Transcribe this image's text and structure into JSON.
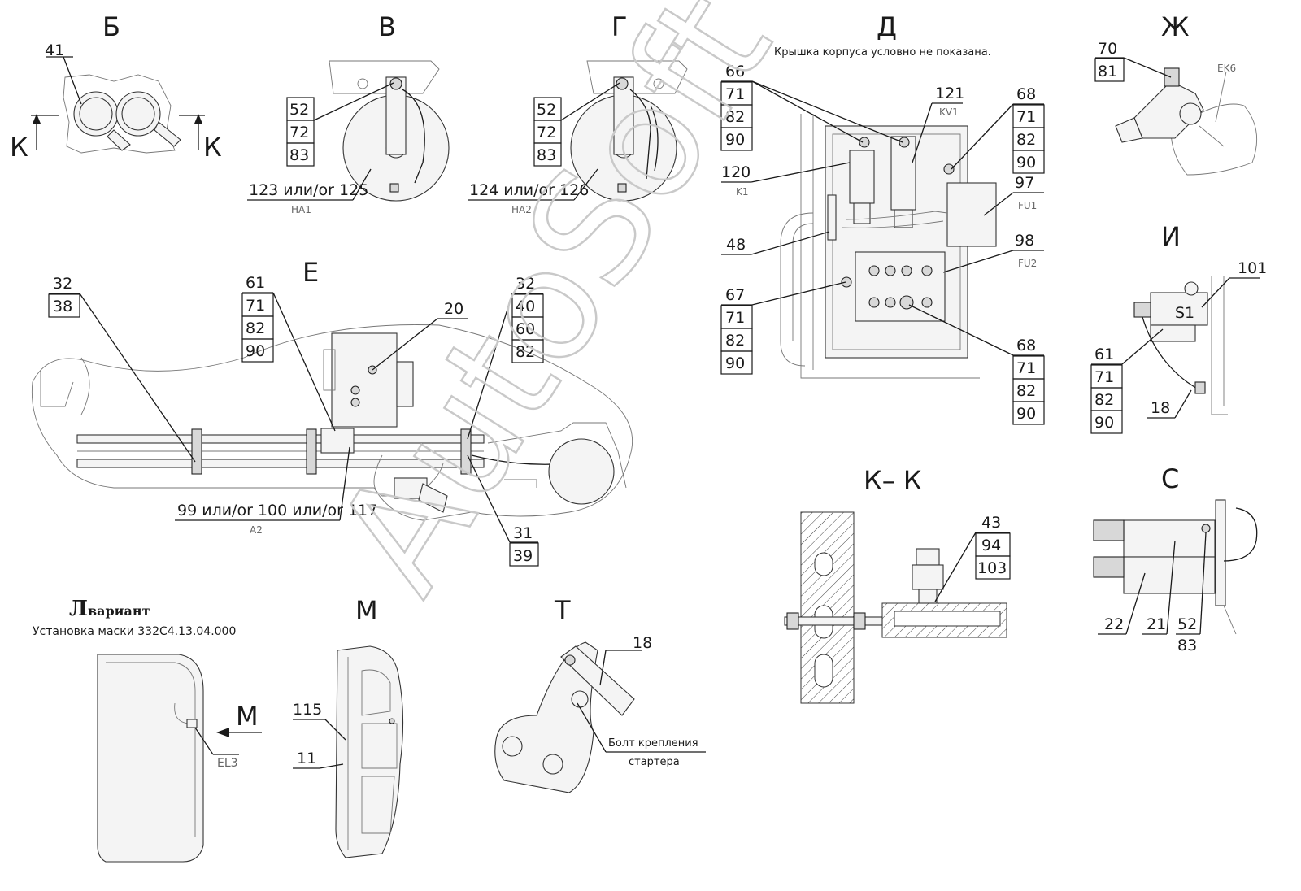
{
  "views": {
    "b": "Б",
    "v": "В",
    "g": "Г",
    "d": "Д",
    "zh": "Ж",
    "i": "И",
    "e": "Е",
    "kk": "К– К",
    "s": "С",
    "m": "М",
    "t": "Т"
  },
  "section_marker": "К",
  "d_note": "Крышка корпуса условно не показана.",
  "l_variant": {
    "letter": "Л",
    "word": "вариант",
    "subtitle": "Установка маски 332С4.13.04.000"
  },
  "t_note": {
    "line1": "Болт крепления",
    "line2": "стартера"
  },
  "m_arrow_label": "М",
  "watermark": "AutoSoft",
  "callouts": {
    "b_41": "41",
    "v_stack": [
      "52",
      "72",
      "83"
    ],
    "v_main": "123 или/or 125",
    "v_ref": "HA1",
    "g_stack": [
      "52",
      "72",
      "83"
    ],
    "g_main": "124 или/or 126",
    "g_ref": "HA2",
    "d_66": [
      "66",
      "71",
      "82",
      "90"
    ],
    "d_121": "121",
    "d_121_ref": "KV1",
    "d_68_top": [
      "68",
      "71",
      "82",
      "90"
    ],
    "d_120": "120",
    "d_120_ref": "K1",
    "d_97": "97",
    "d_97_ref": "FU1",
    "d_48": "48",
    "d_98": "98",
    "d_98_ref": "FU2",
    "d_67": [
      "67",
      "71",
      "82",
      "90"
    ],
    "d_68_bot": [
      "68",
      "71",
      "82",
      "90"
    ],
    "zh_stack": [
      "70",
      "81"
    ],
    "zh_ref": "EK6",
    "i_101": "101",
    "i_ref": "S1",
    "i_stack": [
      "61",
      "71",
      "82",
      "90"
    ],
    "i_18": "18",
    "e_left": [
      "32",
      "38"
    ],
    "e_mid": [
      "61",
      "71",
      "82",
      "90"
    ],
    "e_20": "20",
    "e_right": [
      "32",
      "40",
      "60",
      "82"
    ],
    "e_main": "99 или/or 100 или/or 117",
    "e_ref": "A2",
    "e_bottom": [
      "31",
      "39"
    ],
    "kk_stack": [
      "43",
      "94",
      "103"
    ],
    "s_22": "22",
    "s_21": "21",
    "s_stack": [
      "52",
      "83"
    ],
    "l_ref": "EL3",
    "m_115": "115",
    "m_11": "11",
    "t_18": "18"
  }
}
